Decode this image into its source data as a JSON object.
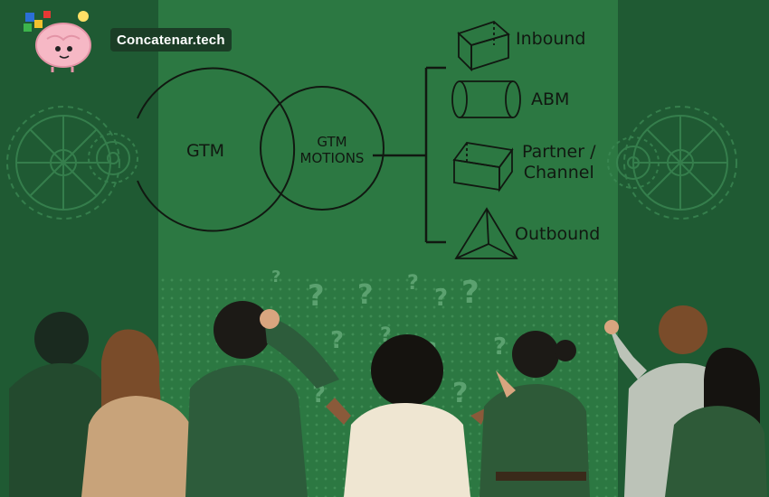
{
  "brand": {
    "name": "Concatenar.tech",
    "logo_icon": "brain-mascot-icon"
  },
  "diagram": {
    "left_circle_label": "GTM",
    "right_circle_label_line1": "GTM",
    "right_circle_label_line2": "MOTIONS",
    "branches": [
      {
        "label": "Inbound",
        "icon": "cube-icon"
      },
      {
        "label": "ABM",
        "icon": "cylinder-icon"
      },
      {
        "label_line1": "Partner /",
        "label_line2": "Channel",
        "icon": "box-icon"
      },
      {
        "label": "Outbound",
        "icon": "pyramid-icon"
      }
    ]
  },
  "colors": {
    "center_panel": "#2c7842",
    "side_panels": "#1f5a33",
    "line": "#111811",
    "brand_pill": "#1b3d26"
  },
  "illustration": {
    "people_count": 7,
    "decorations": [
      "gear-icon",
      "question-mark-icon"
    ]
  }
}
